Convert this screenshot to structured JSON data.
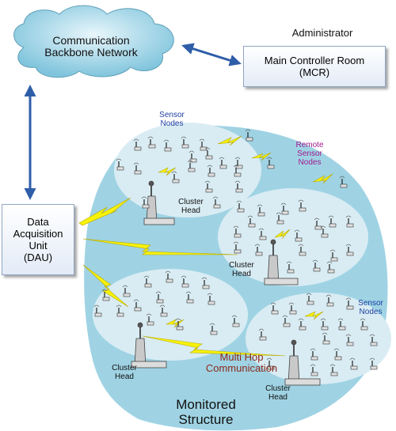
{
  "backbone": {
    "line1": "Communication",
    "line2": "Backbone Network"
  },
  "administrator": {
    "label": "Administrator"
  },
  "mcr": {
    "line1": "Main Controller Room",
    "line2": "(MCR)"
  },
  "dau": {
    "line1": "Data",
    "line2": "Acquisition",
    "line3": "Unit",
    "line4": "(DAU)"
  },
  "labels": {
    "sensor_nodes_top_1": "Sensor",
    "sensor_nodes_top_2": "Nodes",
    "remote_1": "Remote",
    "remote_2": "Sensor",
    "remote_3": "Nodes",
    "sensor_nodes_right_1": "Sensor",
    "sensor_nodes_right_2": "Nodes",
    "cluster": "Cluster",
    "head": "Head",
    "multi_hop_1": "Multi Hop",
    "multi_hop_2": "Communication",
    "structure_1": "Monitored",
    "structure_2": "Structure"
  },
  "colors": {
    "structure_fill": "#9fd3e4",
    "cluster_fill": "#d9ecf3",
    "lightning": "#f7f20a",
    "remote_label": "#a01a8c",
    "sensor_label": "#1d3fa0",
    "multihop_label": "#8b2a1a",
    "arrow": "#2f5ea8"
  }
}
